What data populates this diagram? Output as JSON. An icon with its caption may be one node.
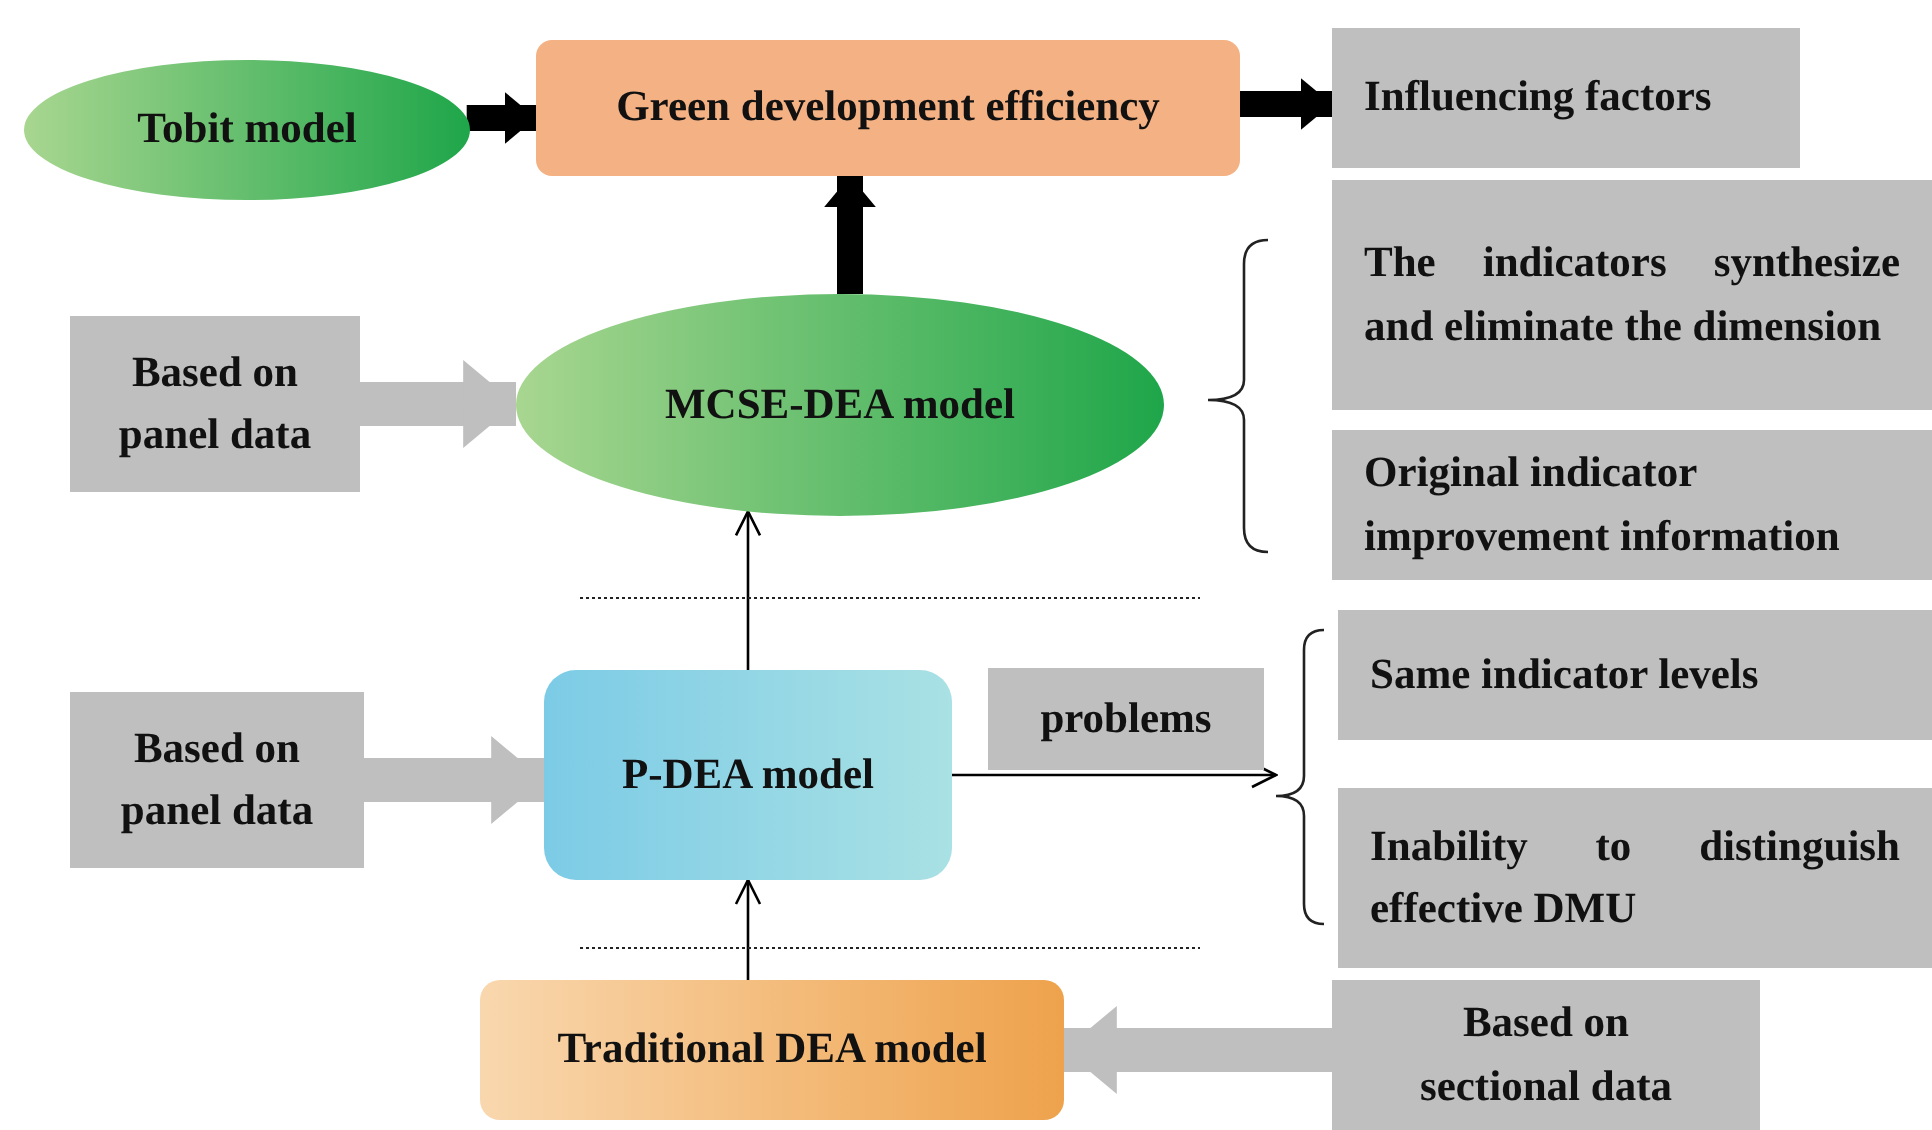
{
  "diagram": {
    "nodes": [
      {
        "text": [
          "Tobit model"
        ]
      },
      {
        "text": [
          "Green development efficiency"
        ]
      },
      {
        "text": [
          "Influencing factors"
        ]
      },
      {
        "text": [
          "The indicators synthesize and eliminate the dimension"
        ]
      },
      {
        "text": [
          "Original indicator improvement information"
        ]
      },
      {
        "text": [
          "Based on panel data"
        ]
      },
      {
        "text": [
          "MCSE-DEA model"
        ]
      },
      {
        "text": [
          "Based on panel data"
        ]
      },
      {
        "text": [
          "P-DEA model"
        ]
      },
      {
        "text": [
          "problems"
        ]
      },
      {
        "text": [
          "Same indicator levels"
        ]
      },
      {
        "text": [
          "Inability to distinguish effective DMU"
        ]
      },
      {
        "text": [
          "Traditional DEA model"
        ]
      },
      {
        "text": [
          "Based on sectional data"
        ]
      },
      {
        "text": [],
        "shape": "bracket"
      }
    ],
    "edges": [
      {
        "from": 0,
        "to": 1,
        "arrow": "to"
      },
      {
        "from": 1,
        "to": 2,
        "arrow": "to"
      },
      {
        "from": 6,
        "to": 1,
        "arrow": "to"
      },
      {
        "from": 5,
        "to": 6,
        "arrow": "to",
        "color": "#bfbfbf"
      },
      {
        "from": 8,
        "to": 6,
        "arrow": "to"
      },
      {
        "from": 7,
        "to": 8,
        "arrow": "to",
        "color": "#bfbfbf"
      },
      {
        "from": 12,
        "to": 8,
        "arrow": "to"
      },
      {
        "from": 8,
        "to": 14,
        "arrow": "to"
      },
      {
        "from": 13,
        "to": 12,
        "arrow": "to",
        "color": "#bfbfbf"
      }
    ]
  }
}
